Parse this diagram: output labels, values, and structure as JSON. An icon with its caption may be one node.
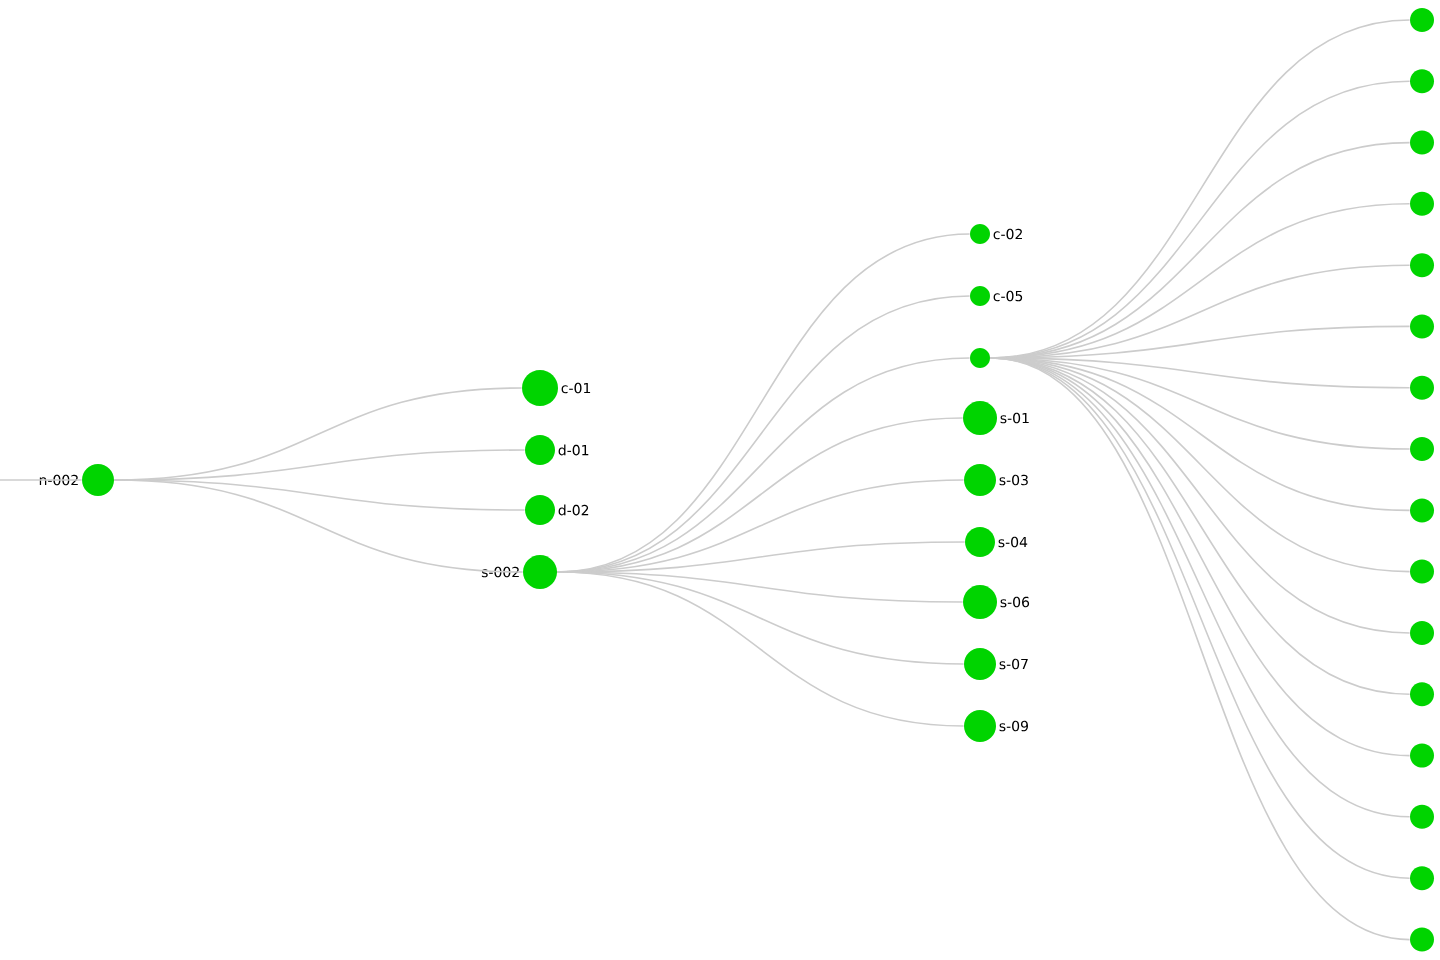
{
  "diagram": {
    "nodes": [
      {
        "text": [
          "n-002"
        ]
      },
      {
        "text": [
          "c-01"
        ]
      },
      {
        "text": [
          "d-01"
        ]
      },
      {
        "text": [
          "d-02"
        ]
      },
      {
        "text": [
          "s-002"
        ]
      },
      {
        "text": [
          "c-02"
        ]
      },
      {
        "text": [
          "c-05"
        ]
      },
      {
        "text": [],
        "shape": "circle"
      },
      {
        "text": [
          "s-01"
        ]
      },
      {
        "text": [
          "s-03"
        ]
      },
      {
        "text": [
          "s-04"
        ]
      },
      {
        "text": [
          "s-06"
        ]
      },
      {
        "text": [
          "s-07"
        ]
      },
      {
        "text": [
          "s-09"
        ]
      },
      {
        "text": [],
        "shape": "circle"
      },
      {
        "text": [],
        "shape": "circle"
      },
      {
        "text": [],
        "shape": "circle"
      },
      {
        "text": [],
        "shape": "circle"
      },
      {
        "text": [],
        "shape": "circle"
      },
      {
        "text": [],
        "shape": "circle"
      },
      {
        "text": [],
        "shape": "circle"
      },
      {
        "text": [],
        "shape": "circle"
      },
      {
        "text": [],
        "shape": "circle"
      },
      {
        "text": [],
        "shape": "circle"
      },
      {
        "text": [],
        "shape": "circle"
      },
      {
        "text": [],
        "shape": "circle"
      },
      {
        "text": [],
        "shape": "circle"
      },
      {
        "text": [],
        "shape": "circle"
      },
      {
        "text": [],
        "shape": "circle"
      },
      {
        "text": [],
        "shape": "circle"
      }
    ],
    "edges": [
      {
        "from": null,
        "to": 0,
        "arrow": "none"
      },
      {
        "from": 0,
        "to": 1,
        "arrow": "none"
      },
      {
        "from": 0,
        "to": 2,
        "arrow": "none"
      },
      {
        "from": 0,
        "to": 3,
        "arrow": "none"
      },
      {
        "from": 0,
        "to": 4,
        "arrow": "none"
      },
      {
        "from": 4,
        "to": 5,
        "arrow": "none"
      },
      {
        "from": 4,
        "to": 6,
        "arrow": "none"
      },
      {
        "from": 4,
        "to": 7,
        "arrow": "none"
      },
      {
        "from": 4,
        "to": 8,
        "arrow": "none"
      },
      {
        "from": 4,
        "to": 9,
        "arrow": "none"
      },
      {
        "from": 4,
        "to": 10,
        "arrow": "none"
      },
      {
        "from": 4,
        "to": 11,
        "arrow": "none"
      },
      {
        "from": 4,
        "to": 12,
        "arrow": "none"
      },
      {
        "from": 4,
        "to": 13,
        "arrow": "none"
      },
      {
        "from": 7,
        "to": 14,
        "arrow": "none"
      },
      {
        "from": 7,
        "to": 15,
        "arrow": "none"
      },
      {
        "from": 7,
        "to": 16,
        "arrow": "none"
      },
      {
        "from": 7,
        "to": 17,
        "arrow": "none"
      },
      {
        "from": 7,
        "to": 18,
        "arrow": "none"
      },
      {
        "from": 7,
        "to": 19,
        "arrow": "none"
      },
      {
        "from": 7,
        "to": 20,
        "arrow": "none"
      },
      {
        "from": 7,
        "to": 21,
        "arrow": "none"
      },
      {
        "from": 7,
        "to": 22,
        "arrow": "none"
      },
      {
        "from": 7,
        "to": 23,
        "arrow": "none"
      },
      {
        "from": 7,
        "to": 24,
        "arrow": "none"
      },
      {
        "from": 7,
        "to": 25,
        "arrow": "none"
      },
      {
        "from": 7,
        "to": 26,
        "arrow": "none"
      },
      {
        "from": 7,
        "to": 27,
        "arrow": "none"
      },
      {
        "from": 7,
        "to": 28,
        "arrow": "none"
      },
      {
        "from": 7,
        "to": 29,
        "arrow": "none"
      }
    ]
  }
}
